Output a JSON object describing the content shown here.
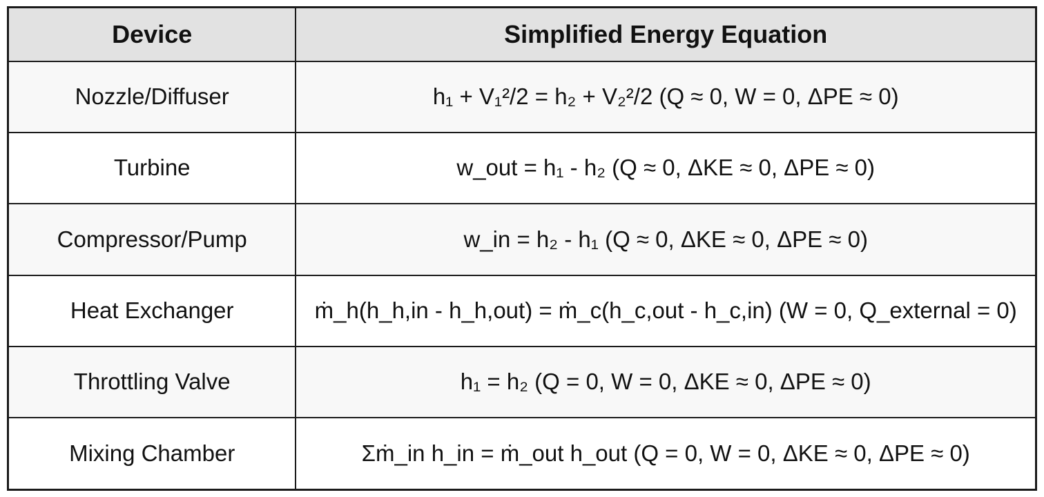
{
  "table": {
    "headers": {
      "device": "Device",
      "equation": "Simplified Energy Equation"
    },
    "rows": [
      {
        "device": "Nozzle/Diffuser",
        "equation": "h₁ + V₁²/2 = h₂ + V₂²/2 (Q ≈ 0, W = 0, ΔPE ≈ 0)"
      },
      {
        "device": "Turbine",
        "equation": "w_out = h₁ - h₂ (Q ≈ 0, ΔKE ≈ 0, ΔPE ≈ 0)"
      },
      {
        "device": "Compressor/Pump",
        "equation": "w_in = h₂ - h₁ (Q ≈ 0, ΔKE ≈ 0, ΔPE ≈ 0)"
      },
      {
        "device": "Heat Exchanger",
        "equation": "ṁ_h(h_h,in - h_h,out) = ṁ_c(h_c,out - h_c,in) (W = 0, Q_external = 0)"
      },
      {
        "device": "Throttling Valve",
        "equation": "h₁ = h₂ (Q = 0, W = 0, ΔKE ≈ 0, ΔPE ≈ 0)"
      },
      {
        "device": "Mixing Chamber",
        "equation": "Σṁ_in h_in = ṁ_out h_out (Q = 0, W = 0, ΔKE ≈ 0, ΔPE ≈ 0)"
      }
    ]
  }
}
